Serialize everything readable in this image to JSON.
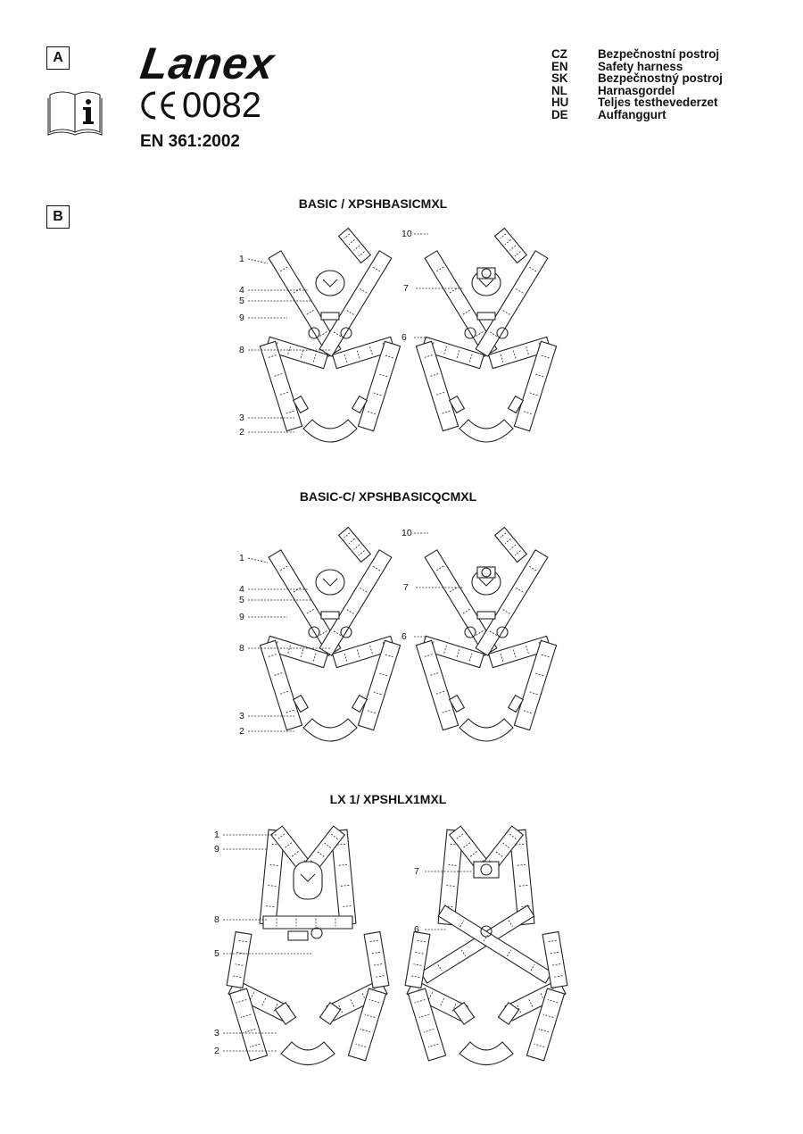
{
  "section_labels": {
    "a": "A",
    "b": "B"
  },
  "brand": "Lanex",
  "certification": {
    "ce_mark": "CE",
    "notified_body": "0082",
    "standard": "EN 361:2002"
  },
  "languages": [
    {
      "code": "CZ",
      "text": "Bezpečnostní postroj"
    },
    {
      "code": "EN",
      "text": "Safety harness"
    },
    {
      "code": "SK",
      "text": "Bezpečnostný postroj"
    },
    {
      "code": "NL",
      "text": "Harnasgordel"
    },
    {
      "code": "HU",
      "text": "Teljes testhevederzet"
    },
    {
      "code": "DE",
      "text": "Auffanggurt"
    }
  ],
  "icons": [
    "manual-info-icon",
    "ce-mark-icon"
  ],
  "models": [
    {
      "title": "BASIC / XPSHBASICMXL",
      "front_labels": {
        "l1": "1",
        "l4": "4",
        "l5": "5",
        "l9": "9",
        "l8": "8",
        "l3": "3",
        "l2": "2"
      },
      "back_labels": {
        "l10": "10",
        "l7": "7",
        "l6": "6"
      }
    },
    {
      "title": "BASIC-C/ XPSHBASICQCMXL",
      "front_labels": {
        "l1": "1",
        "l4": "4",
        "l5": "5",
        "l9": "9",
        "l8": "8",
        "l3": "3",
        "l2": "2"
      },
      "back_labels": {
        "l10": "10",
        "l7": "7",
        "l6": "6"
      }
    },
    {
      "title": "LX 1/ XPSHLX1MXL",
      "front_labels": {
        "l1": "1",
        "l9": "9",
        "l8": "8",
        "l5": "5",
        "l3": "3",
        "l2": "2"
      },
      "back_labels": {
        "l7": "7",
        "l6": "6"
      }
    }
  ]
}
